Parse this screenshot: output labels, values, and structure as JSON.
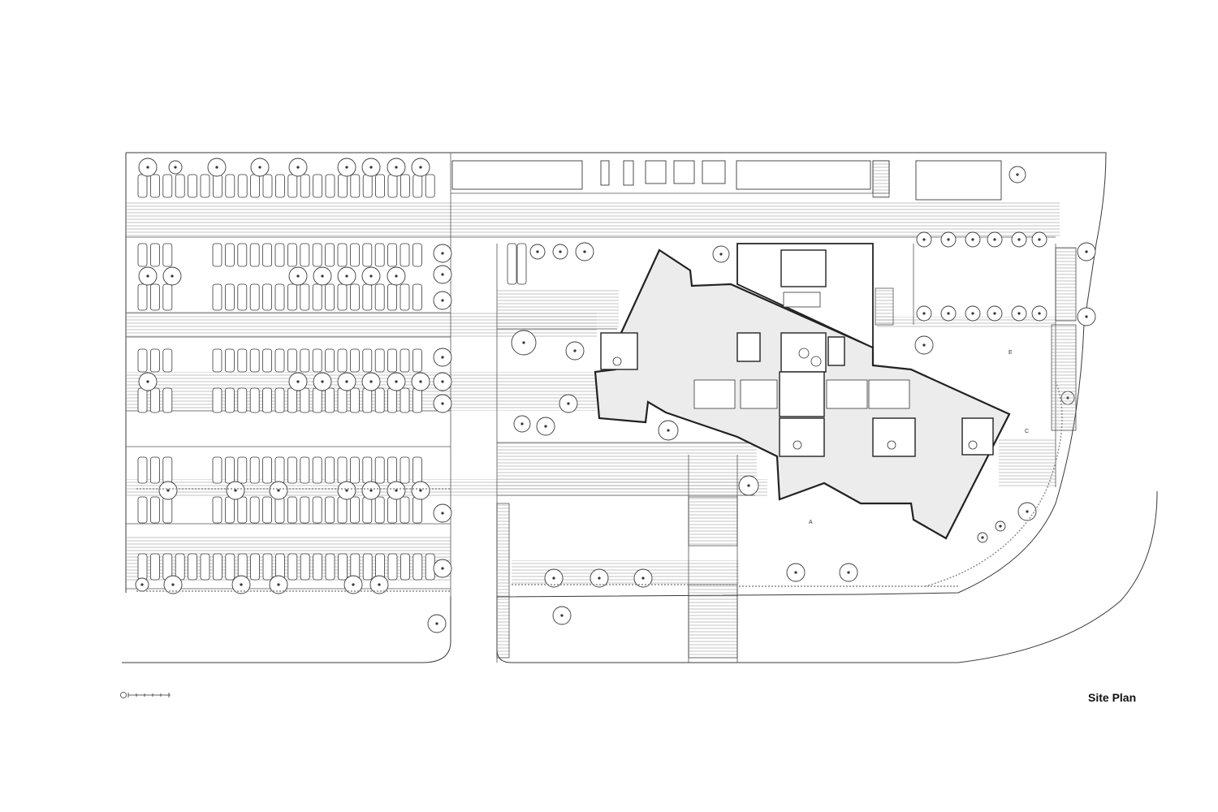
{
  "title": "Site Plan",
  "labels": {
    "marker_a": "A",
    "marker_c": "C",
    "marker_e": "E"
  },
  "colors": {
    "line": "#3a3a3a",
    "building_fill": "#ececec",
    "paper": "#ffffff"
  }
}
